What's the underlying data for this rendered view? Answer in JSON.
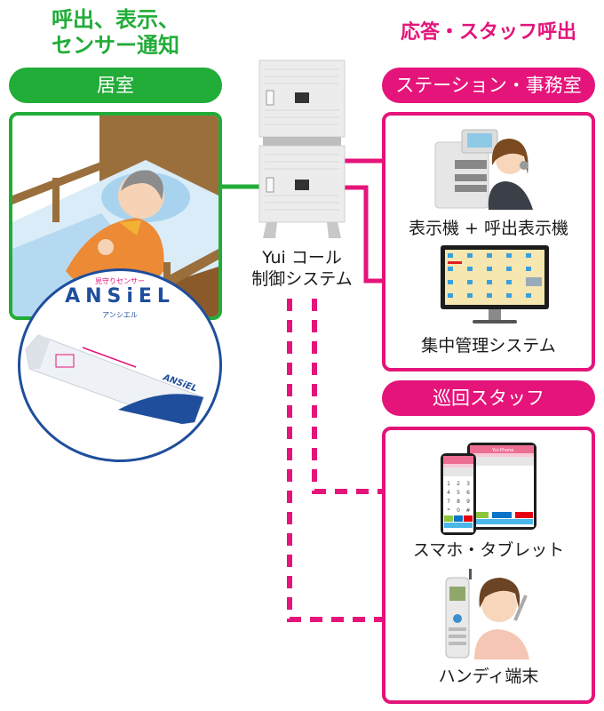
{
  "headings": {
    "left_line1": "呼出、表示、",
    "left_line2": "センサー通知",
    "right": "応答・スタッフ呼出"
  },
  "sections": {
    "room": "居室",
    "station": "ステーション・事務室",
    "patrol": "巡回スタッフ"
  },
  "controller": {
    "line1": "Yui コール",
    "line2": "制御システム"
  },
  "devices": {
    "display": "表示機 + 呼出表示機",
    "central": "集中管理システム",
    "smartphone": "スマホ・タブレット",
    "handy": "ハンディ端末"
  },
  "sensor": {
    "tagline": "見守りセンサー",
    "brand": "ANSiEL",
    "brand_kana": "アンシエル"
  },
  "phone_app": {
    "title": "Yui-Phone",
    "keys": [
      "1",
      "2",
      "3",
      "4",
      "5",
      "6",
      "7",
      "8",
      "9",
      "*",
      "0",
      "#"
    ]
  },
  "colors": {
    "green": "#22ac38",
    "pink": "#e4147a",
    "sensor_blue": "#1f4e9c"
  }
}
